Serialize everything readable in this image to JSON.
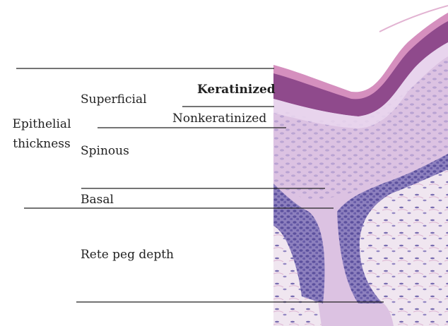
{
  "labels": {
    "epithelial_thickness_line1": "Epithelial",
    "epithelial_thickness_line2": "thickness",
    "superficial": "Superficial",
    "keratinized": "Keratinized",
    "nonkeratinized": "Nonkeratinized",
    "spinous": "Spinous",
    "basal": "Basal",
    "rete_peg_depth": "Rete peg depth"
  },
  "image": {
    "description_icon": "histology-micrograph-icon"
  },
  "colors": {
    "line": "#222222",
    "stratum_corneum": "#c97aa8",
    "granular_dark": "#8a3f86",
    "spinous_pale": "#d8bde0",
    "basal_blue": "#7f72b5",
    "stroma": "#efe4ef"
  }
}
